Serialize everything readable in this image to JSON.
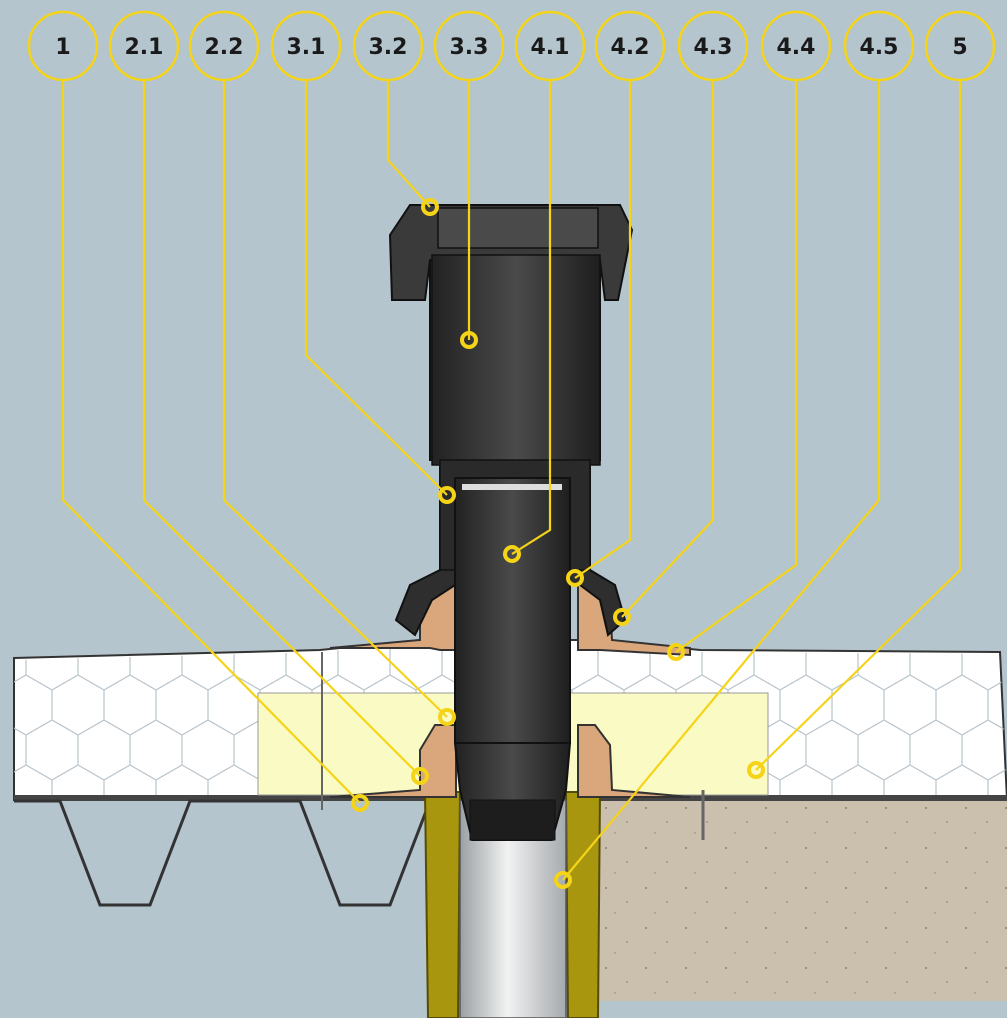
{
  "labels": [
    {
      "id": "1",
      "text": "1"
    },
    {
      "id": "2-1",
      "text": "2.1"
    },
    {
      "id": "2-2",
      "text": "2.2"
    },
    {
      "id": "3-1",
      "text": "3.1"
    },
    {
      "id": "3-2",
      "text": "3.2"
    },
    {
      "id": "3-3",
      "text": "3.3"
    },
    {
      "id": "4-1",
      "text": "4.1"
    },
    {
      "id": "4-2",
      "text": "4.2"
    },
    {
      "id": "4-3",
      "text": "4.3"
    },
    {
      "id": "4-4",
      "text": "4.4"
    },
    {
      "id": "4-5",
      "text": "4.5"
    },
    {
      "id": "5",
      "text": "5"
    }
  ],
  "colors": {
    "background": "#b5c5ce",
    "callout": "#f5d417",
    "pipe": "#3a3a3a",
    "flange": "#d9a77b",
    "insulation": "#ffffff",
    "core": "#f8f4c0",
    "concrete": "#cbbfae",
    "mineral_wool": "#a8960e"
  }
}
